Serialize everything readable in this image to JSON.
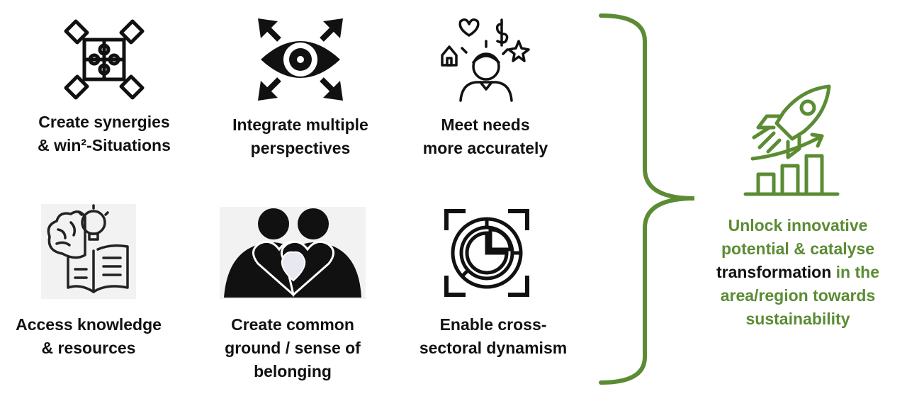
{
  "benefits": [
    {
      "id": "synergies",
      "icon": "puzzle-hands-icon",
      "line1": "Create synergies",
      "line2": "& win²-Situations"
    },
    {
      "id": "perspectives",
      "icon": "eye-arrows-icon",
      "line1": "Integrate multiple",
      "line2": "perspectives"
    },
    {
      "id": "needs",
      "icon": "person-needs-icon",
      "line1": "Meet needs",
      "line2": "more accurately"
    },
    {
      "id": "knowledge",
      "icon": "brain-book-icon",
      "line1": "Access knowledge",
      "line2": "& resources"
    },
    {
      "id": "belonging",
      "icon": "people-hearts-icon",
      "line1": "Create common",
      "line2": "ground / sense of",
      "line3": "belonging"
    },
    {
      "id": "dynamism",
      "icon": "pie-target-icon",
      "line1": "Enable cross-",
      "line2": "sectoral dynamism"
    }
  ],
  "outcome": {
    "icon": "rocket-growth-icon",
    "part1": "Unlock innovative potential & catalyse",
    "part2": "transformation",
    "part3": "in the area/region towards sustainability"
  },
  "colors": {
    "accent": "#5b8c34",
    "text": "#111111"
  }
}
